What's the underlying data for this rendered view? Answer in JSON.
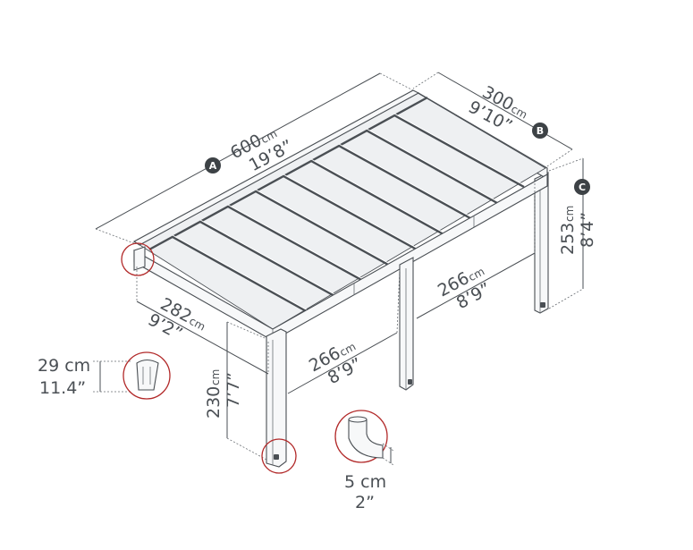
{
  "badges": {
    "a": "A",
    "b": "B",
    "c": "C"
  },
  "dimensions": {
    "length": {
      "value": "600",
      "unit": "cm",
      "imperial": "19’8”"
    },
    "width": {
      "value": "300",
      "unit": "cm",
      "imperial": "9’10”"
    },
    "height_back": {
      "value": "253",
      "unit": "cm",
      "imperial": "8’4”"
    },
    "height_front": {
      "value": "230",
      "unit": "cm",
      "imperial": "7’7”"
    },
    "side_span": {
      "value": "282",
      "unit": "cm",
      "imperial": "9’2”"
    },
    "post_span_front": {
      "value": "266",
      "unit": "cm",
      "imperial": "8’9”"
    },
    "post_span_back": {
      "value": "266",
      "unit": "cm",
      "imperial": "8’9”"
    },
    "gutter_height": {
      "value": "29 cm",
      "imperial": "11.4”"
    },
    "downpipe": {
      "value": "5 cm",
      "imperial": "2”"
    }
  },
  "colors": {
    "line": "#4a4f54",
    "badge": "#3d4246",
    "highlight": "#b22a2a"
  }
}
